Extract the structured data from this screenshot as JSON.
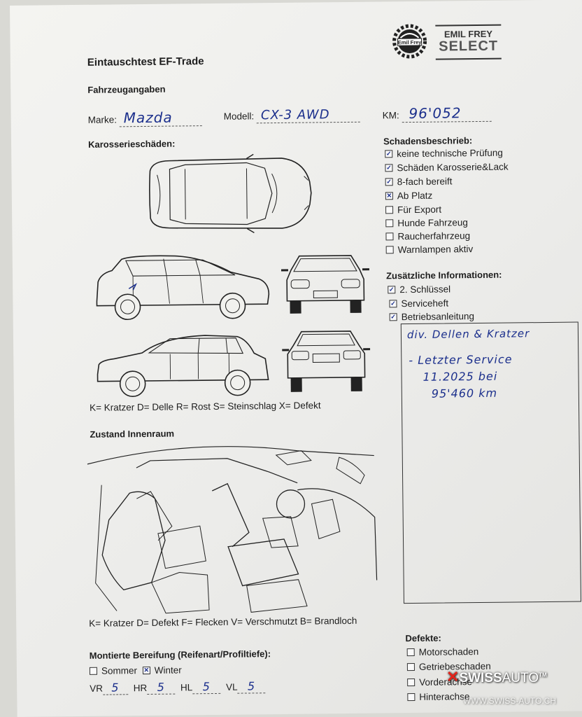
{
  "header": {
    "title": "Eintauschtest EF-Trade",
    "logo_wheel_text": "Emil Frey",
    "logo_line1": "EMIL FREY",
    "logo_line2": "SELECT"
  },
  "vehicle": {
    "section_label": "Fahrzeugangaben",
    "marke_label": "Marke:",
    "marke_value": "Mazda",
    "modell_label": "Modell:",
    "modell_value": "CX-3 AWD",
    "km_label": "KM:",
    "km_value": "96'052"
  },
  "body_damage": {
    "label": "Karosserieschäden:",
    "legend": "K= Kratzer D= Delle R= Rost S= Steinschlag X= Defekt"
  },
  "damage_description": {
    "label": "Schadensbeschrieb:",
    "items": [
      {
        "label": "keine technische Prüfung",
        "checked": true
      },
      {
        "label": "Schäden Karosserie&Lack",
        "checked": true
      },
      {
        "label": "8-fach bereift",
        "checked": true
      },
      {
        "label": "Ab Platz",
        "checked": true
      },
      {
        "label": "Für Export",
        "checked": false
      },
      {
        "label": "Hunde Fahrzeug",
        "checked": false
      },
      {
        "label": "Raucherfahrzeug",
        "checked": false
      },
      {
        "label": "Warnlampen aktiv",
        "checked": false
      }
    ]
  },
  "additional_info": {
    "label": "Zusätzliche Informationen:",
    "items": [
      {
        "label": "2. Schlüssel",
        "checked": true
      },
      {
        "label": "Serviceheft",
        "checked": true
      },
      {
        "label": "Betriebsanleitung",
        "checked": true
      }
    ]
  },
  "notes": {
    "line1": "div. Dellen & Kratzer",
    "line2": "- Letzter Service",
    "line3": "11.2025 bei",
    "line4": "95'460 km"
  },
  "interior": {
    "label": "Zustand Innenraum",
    "legend": "K= Kratzer D= Defekt F= Flecken V= Verschmutzt B= Brandloch"
  },
  "tires": {
    "label": "Montierte Bereifung (Reifenart/Profiltiefe):",
    "sommer_label": "Sommer",
    "sommer_checked": false,
    "winter_label": "Winter",
    "winter_checked": true,
    "vr_label": "VR",
    "vr_value": "5",
    "hr_label": "HR",
    "hr_value": "5",
    "hl_label": "HL",
    "hl_value": "5",
    "vl_label": "VL",
    "vl_value": "5"
  },
  "defects": {
    "label": "Defekte:",
    "items": [
      {
        "label": "Motorschaden",
        "checked": false
      },
      {
        "label": "Getriebeschaden",
        "checked": false
      },
      {
        "label": "Vorderachse",
        "checked": false
      },
      {
        "label": "Hinterachse",
        "checked": false
      }
    ]
  },
  "watermark": {
    "brand_a": "SWISS",
    "brand_b": "AUTO",
    "tm": "TM",
    "url": "WWW.SWISS-AUTO.CH"
  },
  "colors": {
    "ink": "#1b2f8c",
    "print": "#1d1d1d",
    "watermark_accent": "#e2231a"
  }
}
